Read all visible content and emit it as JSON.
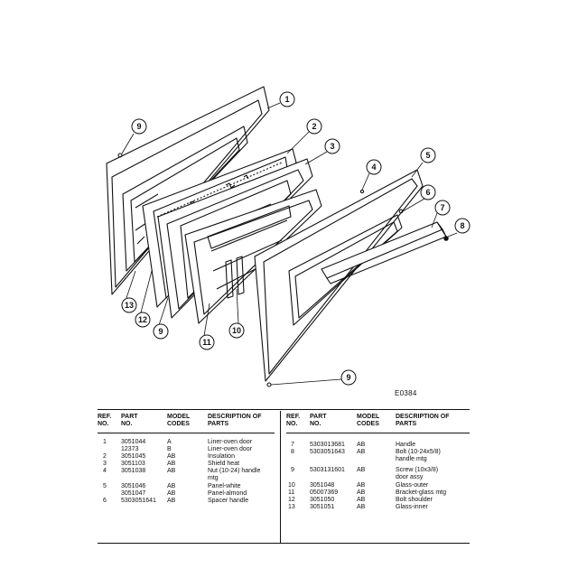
{
  "drawing_code": "E0384",
  "callouts": [
    "1",
    "2",
    "3",
    "4",
    "5",
    "6",
    "7",
    "8",
    "9",
    "9",
    "9",
    "10",
    "11",
    "12",
    "13"
  ],
  "headers": {
    "ref_no": "REF. NO.",
    "part_no": "PART NO.",
    "model_codes": "MODEL CODES",
    "description": "DESCRIPTION OF PARTS"
  },
  "left_rows": [
    {
      "ref": "1",
      "part": "3051044",
      "code": "A",
      "desc": "Liner-oven door"
    },
    {
      "ref": "",
      "part": "12373",
      "code": "B",
      "desc": "Liner-oven door"
    },
    {
      "ref": "2",
      "part": "3051045",
      "code": "AB",
      "desc": "Insulation"
    },
    {
      "ref": "3",
      "part": "3051103",
      "code": "AB",
      "desc": "Shield heat"
    },
    {
      "ref": "4",
      "part": "3051038",
      "code": "AB",
      "desc": "Nut (10-24) handle"
    },
    {
      "ref": "",
      "part": "",
      "code": "",
      "desc": "mtg"
    },
    {
      "ref": "5",
      "part": "3051046",
      "code": "AB",
      "desc": "Panel-white"
    },
    {
      "ref": "",
      "part": "3051047",
      "code": "AB",
      "desc": "Panel-almond"
    },
    {
      "ref": "6",
      "part": "5303051641",
      "code": "AB",
      "desc": "Spacer handle"
    }
  ],
  "right_rows": [
    {
      "ref": "7",
      "part": "5303013681",
      "code": "AB",
      "desc": "Handle"
    },
    {
      "ref": "8",
      "part": "5303051643",
      "code": "AB",
      "desc": "Bolt (10-24x5/8)"
    },
    {
      "ref": "",
      "part": "",
      "code": "",
      "desc": "handle mtg"
    },
    {
      "ref": "9",
      "part": "5303131601",
      "code": "AB",
      "desc": "Screw (10x3/8)"
    },
    {
      "ref": "",
      "part": "",
      "code": "",
      "desc": "door assy"
    },
    {
      "ref": "10",
      "part": "3051048",
      "code": "AB",
      "desc": "Glass-outer"
    },
    {
      "ref": "11",
      "part": "05007369",
      "code": "AB",
      "desc": "Bracket-glass mtg"
    },
    {
      "ref": "12",
      "part": "3051050",
      "code": "AB",
      "desc": "Bolt shoulder"
    },
    {
      "ref": "13",
      "part": "3051051",
      "code": "AB",
      "desc": "Glass-inner"
    }
  ]
}
